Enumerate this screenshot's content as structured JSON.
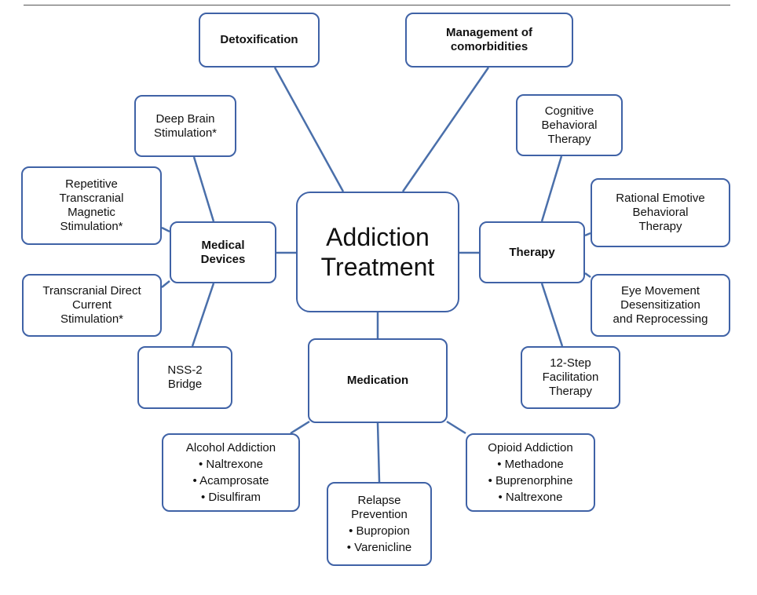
{
  "hub": {
    "lines": [
      "Addiction",
      "Treatment"
    ]
  },
  "categories": {
    "detox": {
      "lines": [
        "Detoxification"
      ]
    },
    "comorbid": {
      "lines": [
        "Management of",
        "comorbidities"
      ]
    },
    "devices": {
      "lines": [
        "Medical",
        "Devices"
      ]
    },
    "therapy": {
      "lines": [
        "Therapy"
      ]
    },
    "medication": {
      "lines": [
        "Medication"
      ]
    }
  },
  "devices": [
    {
      "lines": [
        "Deep Brain",
        "Stimulation*"
      ]
    },
    {
      "lines": [
        "Repetitive",
        "Transcranial",
        "Magnetic",
        "Stimulation*"
      ]
    },
    {
      "lines": [
        "Transcranial Direct",
        "Current",
        "Stimulation*"
      ]
    },
    {
      "lines": [
        "NSS-2",
        "Bridge"
      ]
    }
  ],
  "therapies": [
    {
      "lines": [
        "Cognitive",
        "Behavioral",
        "Therapy"
      ]
    },
    {
      "lines": [
        "Rational Emotive",
        "Behavioral",
        "Therapy"
      ]
    },
    {
      "lines": [
        "Eye Movement",
        "Desensitization",
        "and Reprocessing"
      ]
    },
    {
      "lines": [
        "12-Step",
        "Facilitation",
        "Therapy"
      ]
    }
  ],
  "medications": [
    {
      "title": "Alcohol Addiction",
      "items": [
        "• Naltrexone",
        "• Acamprosate",
        "• Disulfiram"
      ]
    },
    {
      "title": "Relapse Prevention",
      "items": [
        "• Bupropion",
        "• Varenicline"
      ]
    },
    {
      "title": "Opioid Addiction",
      "items": [
        "• Methadone",
        "• Buprenorphine",
        "• Naltrexone"
      ]
    }
  ],
  "colors": {
    "border": "#3f62a6",
    "line": "#4a6faa"
  }
}
